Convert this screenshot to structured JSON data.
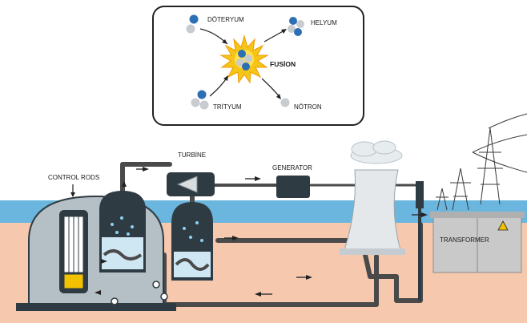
{
  "fusion_panel": {
    "deuterium": "DÖTERYUM",
    "tritium": "TRİTYUM",
    "fusion": "FUSİON",
    "helium": "HELYUM",
    "neutron": "NÖTRON"
  },
  "plant_labels": {
    "control_rods": "CONTROL RODS",
    "turbine": "TURBİNE",
    "generator": "GENERATOR",
    "transformer": "TRANSFORMER"
  },
  "colors": {
    "sky": "#ffffff",
    "sea": "#6bb6de",
    "ground": "#f6c9ae",
    "pipe": "#4a4a4a",
    "vessel": "#2f3b42",
    "water": "#cfe6f3",
    "proton": "#2d6fb5",
    "neutron": "#c8cbd0",
    "transformer": "#c9c9c9",
    "warning": "#f2c200"
  },
  "icons": [
    "arrow-icon",
    "warning-icon",
    "pump-icon"
  ]
}
